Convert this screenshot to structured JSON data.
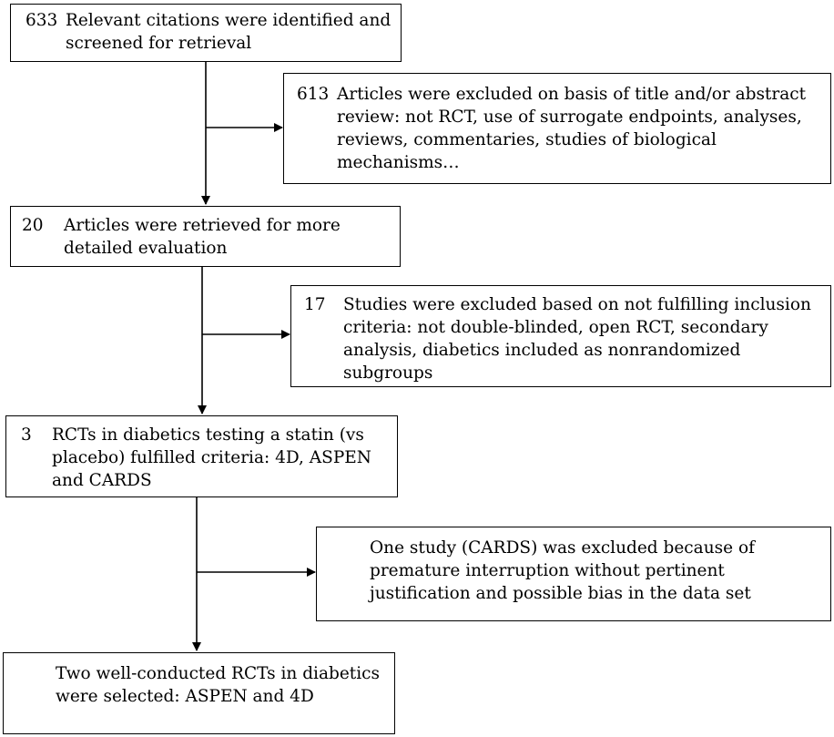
{
  "boxes": {
    "identified": {
      "number": "633",
      "text": "Relevant citations were identified and screened for retrieval"
    },
    "excluded_title": {
      "number": "613",
      "text": "Articles were excluded on basis of title and/or abstract review: not RCT, use of surrogate endpoints, analyses, reviews, commentaries, studies of biological mechanisms…"
    },
    "retrieved": {
      "number": "20",
      "text": "Articles were retrieved for more detailed evaluation"
    },
    "excluded_criteria": {
      "number": "17",
      "text": "Studies were excluded based on not fulfilling inclusion criteria: not double-blinded, open RCT, secondary analysis, diabetics included as nonrandomized subgroups"
    },
    "fulfilled": {
      "number": "3",
      "text": "RCTs in diabetics testing a statin (vs placebo) fulfilled criteria: 4D, ASPEN and CARDS"
    },
    "excluded_cards": {
      "text": "One study (CARDS) was excluded because of premature interruption without pertinent justification and possible bias in the data set"
    },
    "selected": {
      "text": "Two well-conducted RCTs in diabetics were selected: ASPEN and 4D"
    }
  }
}
